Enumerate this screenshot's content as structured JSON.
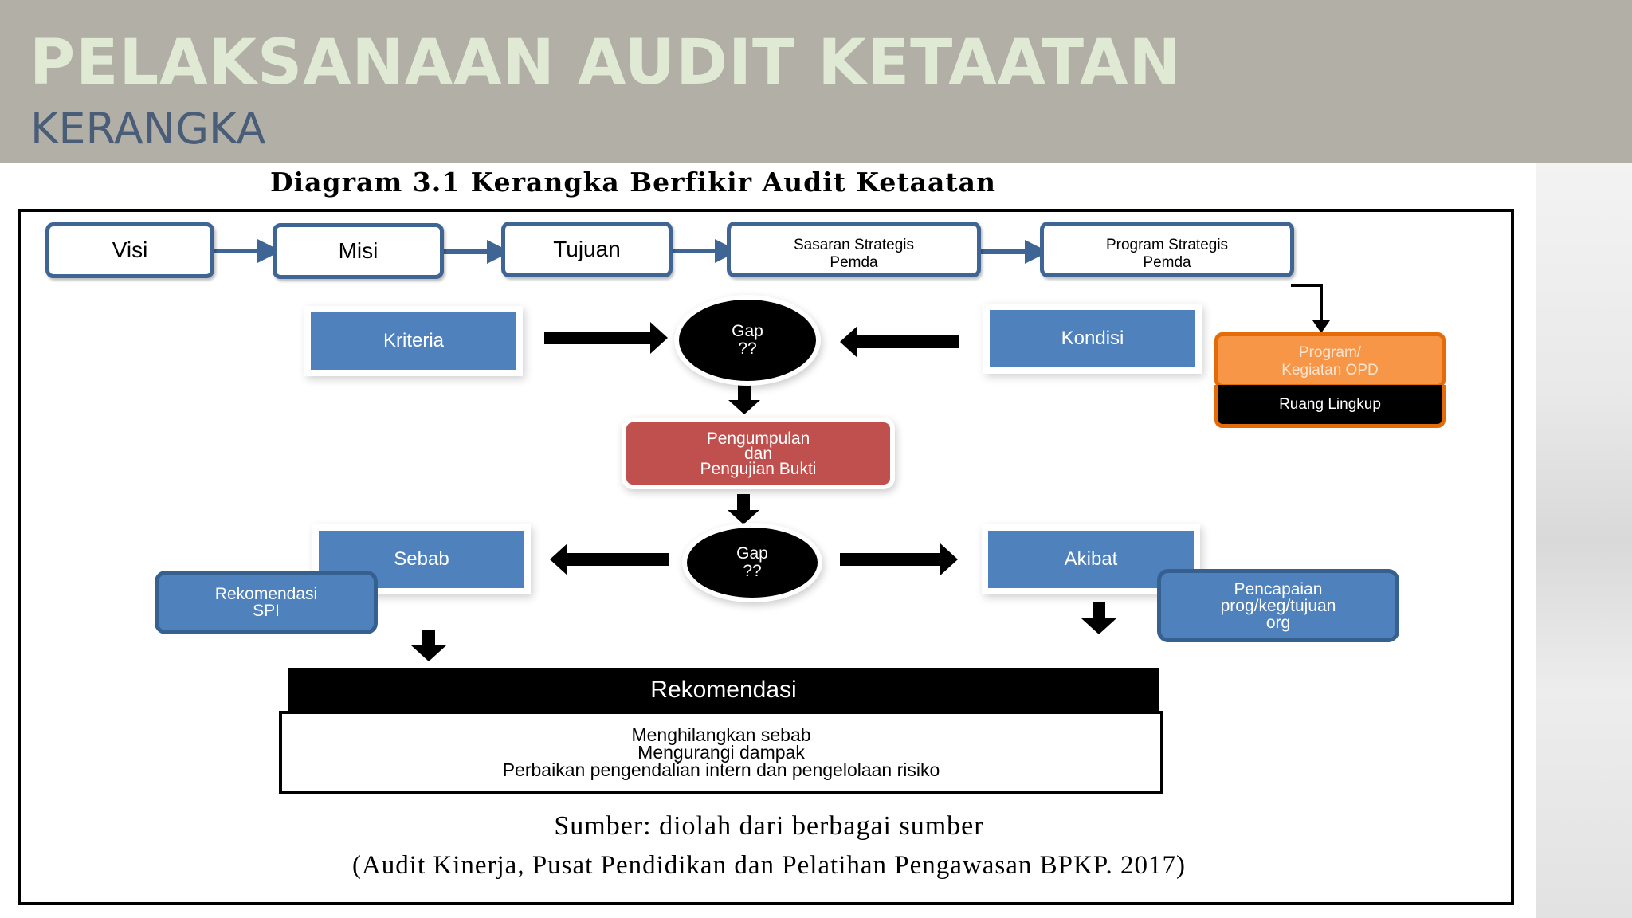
{
  "header": {
    "title": "PELAKSANAAN AUDIT KETAATAN",
    "subtitle": "KERANGKA"
  },
  "diagram": {
    "title": "Diagram 3.1 Kerangka Berfikir Audit Ketaatan",
    "top_row": [
      {
        "label": "Visi"
      },
      {
        "label": "Misi"
      },
      {
        "label": "Tujuan"
      },
      {
        "label": "Sasaran Strategis",
        "label2": "Pemda"
      },
      {
        "label": "Program Strategis",
        "label2": "Pemda"
      }
    ],
    "kriteria": "Kriteria",
    "kondisi": "Kondisi",
    "gap1": {
      "line1": "Gap",
      "line2": "??"
    },
    "gap2": {
      "line1": "Gap",
      "line2": "??"
    },
    "program_opd": {
      "line1": "Program/",
      "line2": "Kegiatan OPD"
    },
    "ruang_lingkup": "Ruang Lingkup",
    "pengumpulan": {
      "line1": "Pengumpulan",
      "line2": "dan",
      "line3": "Pengujian Bukti"
    },
    "sebab": "Sebab",
    "akibat": "Akibat",
    "rekomendasi_spi": {
      "line1": "Rekomendasi",
      "line2": "SPI"
    },
    "pencapaian": {
      "line1": "Pencapaian",
      "line2": "prog/keg/tujuan",
      "line3": "org"
    },
    "rekomendasi": {
      "heading": "Rekomendasi",
      "items": [
        "Menghilangkan sebab",
        "Mengurangi dampak",
        "Perbaikan pengendalian intern dan pengelolaan risiko"
      ]
    },
    "source_line1": "Sumber: diolah dari berbagai sumber",
    "source_line2": "(Audit Kinerja, Pusat Pendidikan dan Pelatihan Pengawasan BPKP. 2017)"
  },
  "colors": {
    "header_bg": "#b2afa6",
    "title": "#dfe9d4",
    "subtitle": "#4a5d78",
    "box_blue": "#4f81bd",
    "box_red": "#c0504d",
    "box_orange": "#f79646",
    "outline_blue": "#3f6595"
  }
}
